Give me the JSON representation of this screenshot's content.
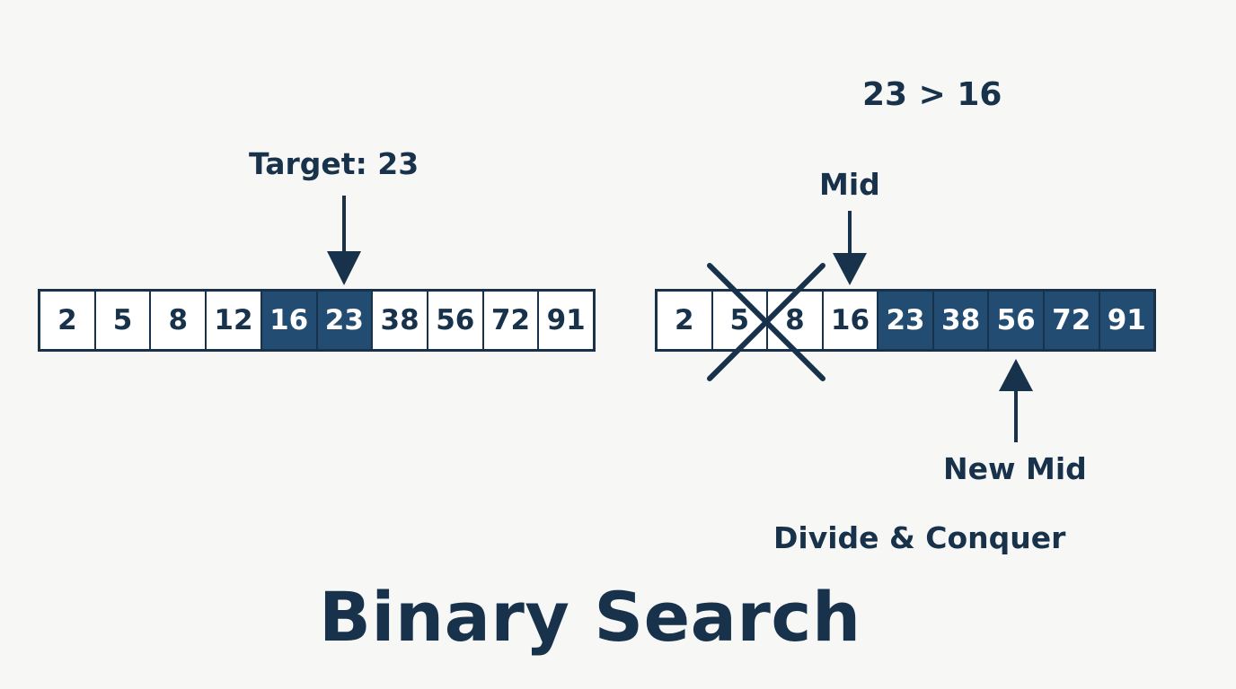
{
  "labels": {
    "target": "Target: 23",
    "comparison": "23 > 16",
    "mid": "Mid",
    "new_mid": "New Mid",
    "divide": "Divide & Conquer",
    "title": "Binary Search"
  },
  "left_array": {
    "values": [
      "2",
      "5",
      "8",
      "12",
      "16",
      "23",
      "38",
      "56",
      "72",
      "91"
    ],
    "highlighted": [
      false,
      false,
      false,
      false,
      true,
      true,
      false,
      false,
      false,
      false
    ]
  },
  "right_array": {
    "values": [
      "2",
      "5",
      "8",
      "16",
      "23",
      "38",
      "56",
      "72",
      "91"
    ],
    "highlighted": [
      false,
      false,
      false,
      false,
      true,
      true,
      true,
      true,
      true
    ]
  },
  "colors": {
    "ink": "#18324c",
    "highlight": "#234c72",
    "background": "#f7f8f5"
  }
}
